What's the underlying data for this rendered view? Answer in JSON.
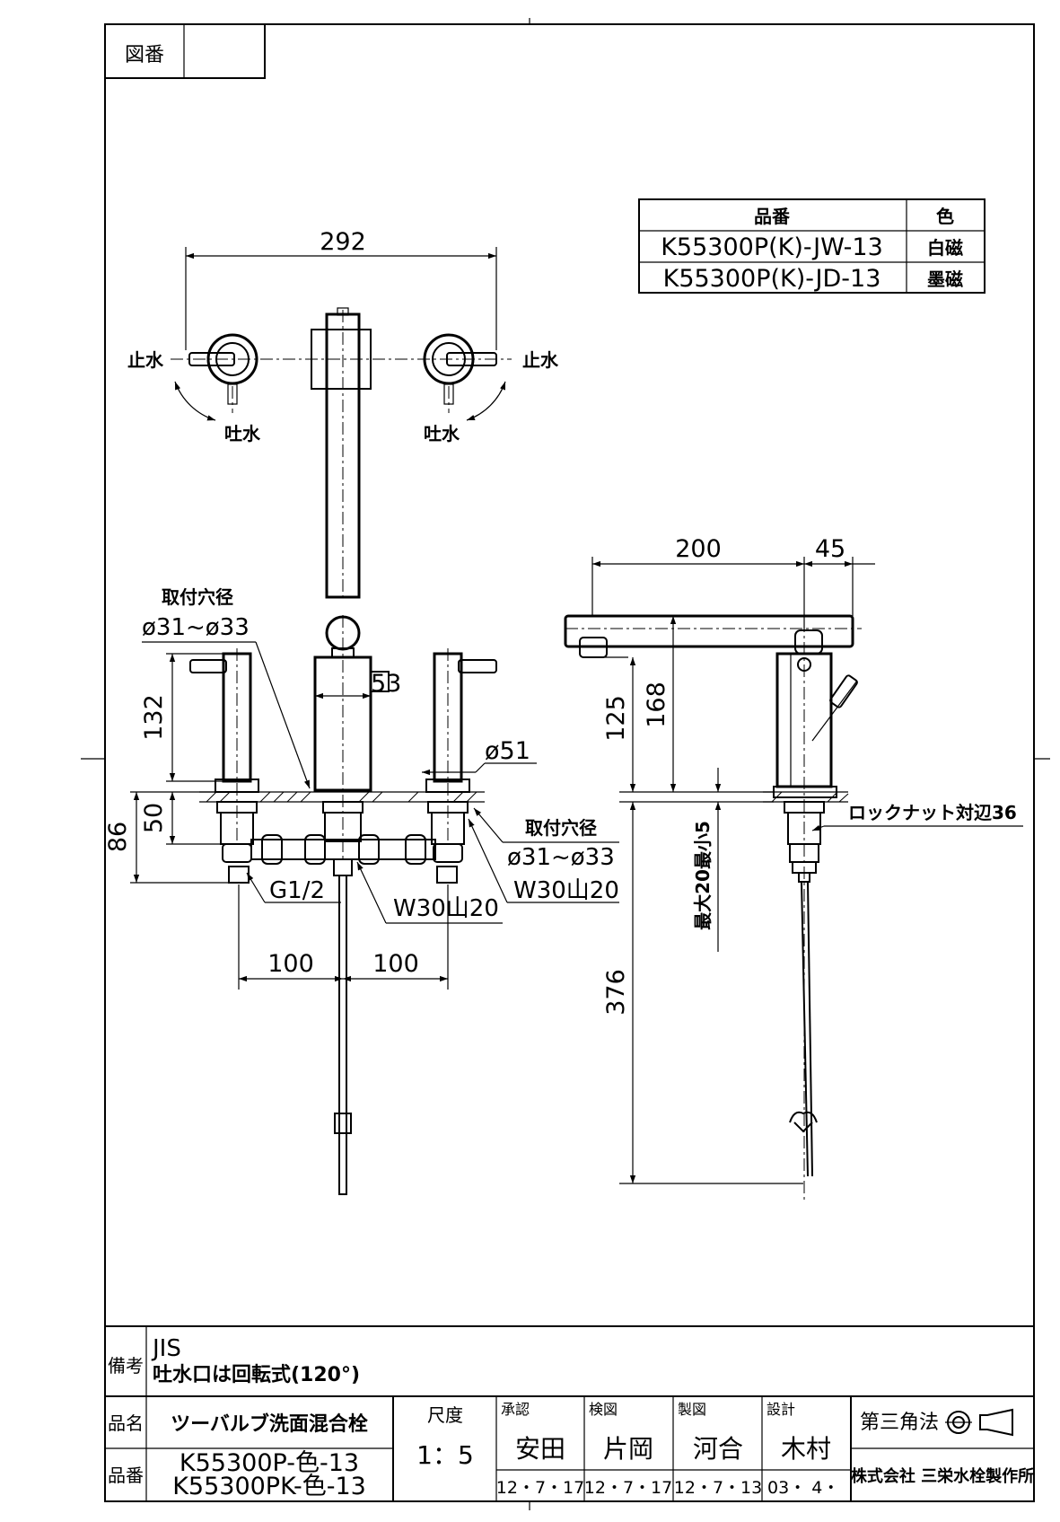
{
  "header": {
    "drawing_no_label": "図番",
    "drawing_no_value": ""
  },
  "color_table": {
    "col_part": "品番",
    "col_color": "色",
    "rows": [
      {
        "part": "K55300P(K)-JW-13",
        "color": "白磁"
      },
      {
        "part": "K55300P(K)-JD-13",
        "color": "墨磁"
      }
    ]
  },
  "top_view": {
    "dim_width": "292",
    "stop_left": "止水",
    "stop_right": "止水",
    "spout_left": "吐水",
    "spout_right": "吐水"
  },
  "front_view": {
    "hole_label_top": "取付穴径",
    "hole_dim_top": "ø31~ø33",
    "dim_132": "132",
    "dim_53": "53",
    "dim_51": "ø51",
    "dim_50": "50",
    "dim_86": "86",
    "hole_label_bottom": "取付穴径",
    "hole_dim_bottom": "ø31~ø33",
    "thread_right": "W30山20",
    "thread_center": "W30山20",
    "pipe": "G1/2",
    "dim_100_left": "100",
    "dim_100_right": "100"
  },
  "side_view": {
    "dim_200": "200",
    "dim_45": "45",
    "dim_125": "125",
    "dim_168": "168",
    "locknut": "ロックナット対辺36",
    "max_min": "最大20最小5",
    "dim_376": "376"
  },
  "title_block": {
    "remarks_label": "備考",
    "remarks_line1": "JIS",
    "remarks_line2": "吐水口は回転式(120°)",
    "name_label": "品名",
    "name_value": "ツーバルブ洗面混合栓",
    "part_label": "品番",
    "part_line1": "K55300P-色-13",
    "part_line2": "K55300PK-色-13",
    "scale_label": "尺度",
    "scale_value": "1：5",
    "approve_label": "承認",
    "approve_name": "安田",
    "approve_date": "12・7・17",
    "check_label": "検図",
    "check_name": "片岡",
    "check_date": "12・7・17",
    "draw_label": "製図",
    "draw_name": "河合",
    "draw_date": "12・7・13",
    "design_label": "設計",
    "design_name": "木村",
    "design_date": "03・ 4・",
    "projection_label": "第三角法",
    "company": "株式会社 三栄水栓製作所"
  }
}
